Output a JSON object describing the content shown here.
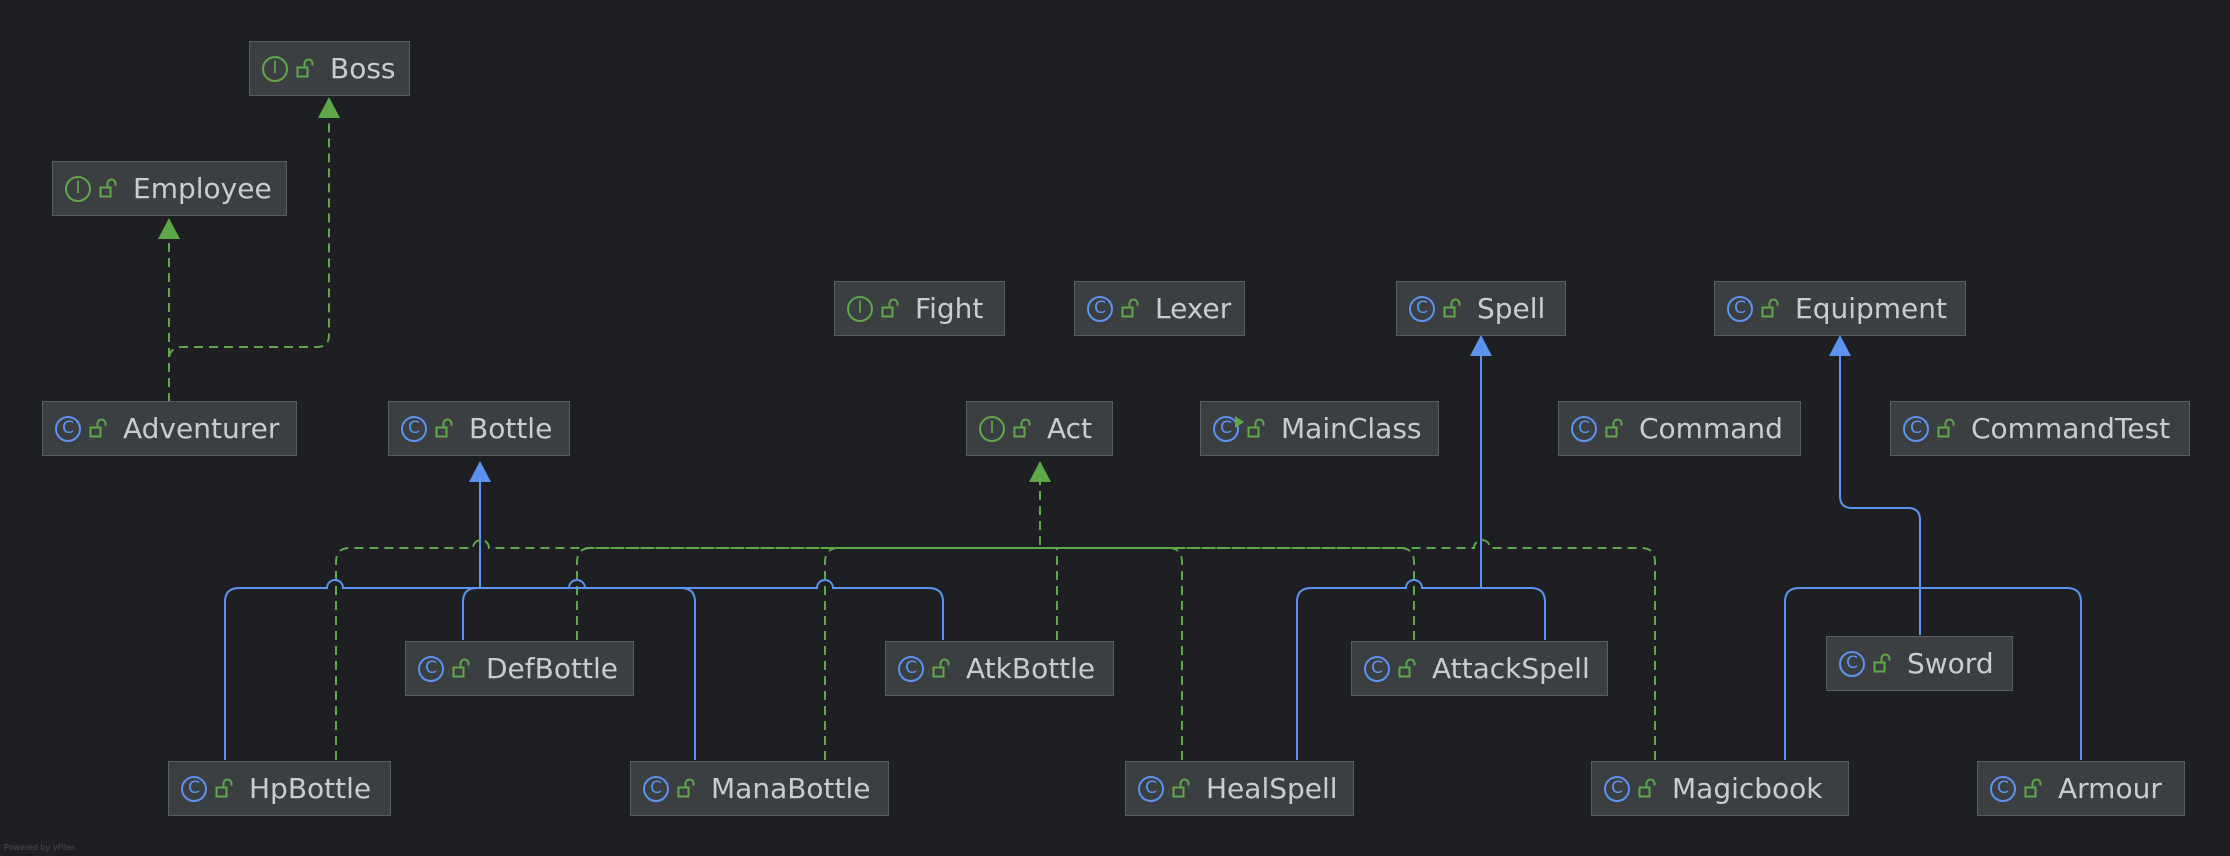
{
  "colors": {
    "background": "#1e1f22",
    "node_fill": "#3c3f41",
    "node_border": "#5a5d61",
    "node_text": "#c9cdd2",
    "extends_edge": "#5c93f0",
    "implements_edge": "#5fa84a"
  },
  "legend": {
    "class_badge": "C",
    "interface_badge": "I"
  },
  "nodes": {
    "boss": {
      "name": "Boss",
      "kind": "interface"
    },
    "employee": {
      "name": "Employee",
      "kind": "interface"
    },
    "fight": {
      "name": "Fight",
      "kind": "interface"
    },
    "lexer": {
      "name": "Lexer",
      "kind": "class"
    },
    "spell": {
      "name": "Spell",
      "kind": "class"
    },
    "equipment": {
      "name": "Equipment",
      "kind": "class"
    },
    "adventurer": {
      "name": "Adventurer",
      "kind": "class"
    },
    "bottle": {
      "name": "Bottle",
      "kind": "class"
    },
    "act": {
      "name": "Act",
      "kind": "interface"
    },
    "mainclass": {
      "name": "MainClass",
      "kind": "main-class"
    },
    "command": {
      "name": "Command",
      "kind": "class"
    },
    "commandtest": {
      "name": "CommandTest",
      "kind": "class"
    },
    "defbottle": {
      "name": "DefBottle",
      "kind": "class"
    },
    "atkbottle": {
      "name": "AtkBottle",
      "kind": "class"
    },
    "attackspell": {
      "name": "AttackSpell",
      "kind": "class"
    },
    "sword": {
      "name": "Sword",
      "kind": "class"
    },
    "hpbottle": {
      "name": "HpBottle",
      "kind": "class"
    },
    "manabottle": {
      "name": "ManaBottle",
      "kind": "class"
    },
    "healspell": {
      "name": "HealSpell",
      "kind": "class"
    },
    "magicbook": {
      "name": "Magicbook",
      "kind": "class"
    },
    "armour": {
      "name": "Armour",
      "kind": "class"
    }
  },
  "relations": [
    {
      "from": "Adventurer",
      "to": "Employee",
      "type": "implements"
    },
    {
      "from": "Adventurer",
      "to": "Boss",
      "type": "implements"
    },
    {
      "from": "HpBottle",
      "to": "Bottle",
      "type": "extends"
    },
    {
      "from": "DefBottle",
      "to": "Bottle",
      "type": "extends"
    },
    {
      "from": "ManaBottle",
      "to": "Bottle",
      "type": "extends"
    },
    {
      "from": "AtkBottle",
      "to": "Bottle",
      "type": "extends"
    },
    {
      "from": "HpBottle",
      "to": "Act",
      "type": "implements"
    },
    {
      "from": "DefBottle",
      "to": "Act",
      "type": "implements"
    },
    {
      "from": "ManaBottle",
      "to": "Act",
      "type": "implements"
    },
    {
      "from": "AtkBottle",
      "to": "Act",
      "type": "implements"
    },
    {
      "from": "HealSpell",
      "to": "Act",
      "type": "implements"
    },
    {
      "from": "AttackSpell",
      "to": "Act",
      "type": "implements"
    },
    {
      "from": "Magicbook",
      "to": "Act",
      "type": "implements"
    },
    {
      "from": "HealSpell",
      "to": "Spell",
      "type": "extends"
    },
    {
      "from": "AttackSpell",
      "to": "Spell",
      "type": "extends"
    },
    {
      "from": "Magicbook",
      "to": "Equipment",
      "type": "extends"
    },
    {
      "from": "Sword",
      "to": "Equipment",
      "type": "extends"
    },
    {
      "from": "Armour",
      "to": "Equipment",
      "type": "extends"
    }
  ],
  "footnote": "Powered by yFiles"
}
